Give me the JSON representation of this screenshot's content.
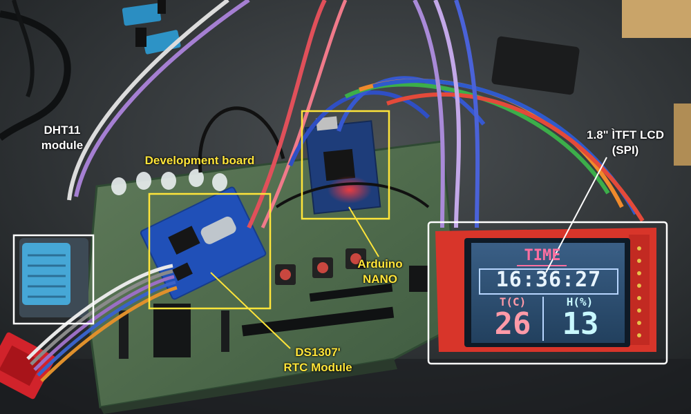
{
  "labels": {
    "dht11": [
      "DHT11",
      "module"
    ],
    "dev_board": "Development board",
    "arduino": [
      "Arduino",
      "NANO"
    ],
    "rtc": [
      "DS1307'",
      "RTC Module"
    ],
    "tft": [
      "1.8\" ÌTFT LCD",
      "(SPI)"
    ]
  },
  "lcd": {
    "title": "TIME",
    "time": "16:36:27",
    "temp_label": "T(C)",
    "hum_label": "H(%)",
    "temp_value": "26",
    "hum_value": "13"
  },
  "colors": {
    "annotation_white": "#ffffff",
    "annotation_yellow": "#ffe53a",
    "lcd_title": "#ff6fa0",
    "lcd_time": "#e8f4ff",
    "lcd_temp": "#ff9aa8",
    "lcd_hum": "#c8f8ff"
  }
}
